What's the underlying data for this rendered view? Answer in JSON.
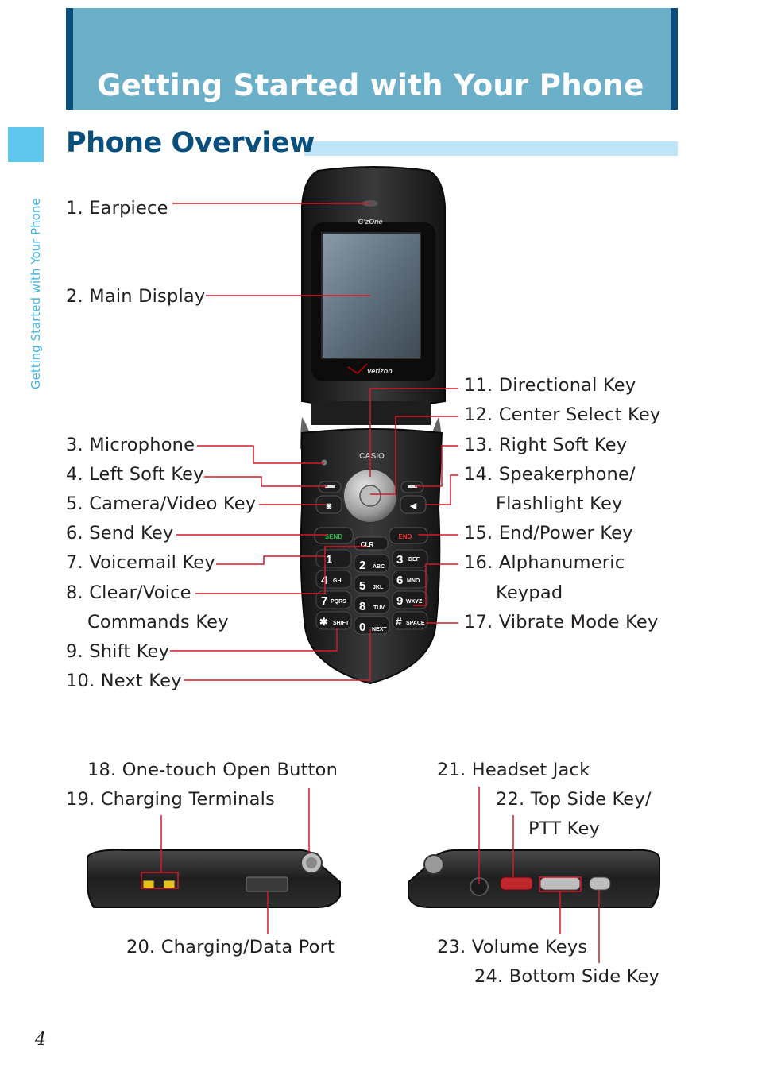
{
  "header": {
    "title": "Getting Started with Your Phone"
  },
  "side": {
    "label": "Getting Started with Your Phone"
  },
  "section": {
    "title": "Phone Overview"
  },
  "phone": {
    "brand_top": "G'zOne",
    "carrier": "verizon",
    "maker": "CASIO",
    "keys": {
      "send": "SEND",
      "end": "END",
      "clr": "CLR",
      "k1": "1",
      "k2": "2",
      "k2s": "ABC",
      "k3": "3",
      "k3s": "DEF",
      "k4": "4",
      "k4s": "GHI",
      "k5": "5",
      "k5s": "JKL",
      "k6": "6",
      "k6s": "MNO",
      "k7": "7",
      "k7s": "PQRS",
      "k8": "8",
      "k8s": "TUV",
      "k9": "9",
      "k9s": "WXYZ",
      "kstar": "✱",
      "kstars": "SHIFT",
      "k0": "0",
      "k0s": "NEXT",
      "khash": "#",
      "khashs": "SPACE"
    }
  },
  "labels": {
    "l1": "1. Earpiece",
    "l2": "2. Main Display",
    "l3": "3. Microphone",
    "l4": "4. Left Soft Key",
    "l5": "5. Camera/Video Key",
    "l6": "6. Send Key",
    "l7": "7. Voicemail Key",
    "l8a": "8. Clear/Voice",
    "l8b": "Commands Key",
    "l9": "9. Shift Key",
    "l10": "10. Next Key",
    "l11": "11.  Directional Key",
    "l12": "12.  Center Select Key",
    "l13": "13.  Right Soft Key",
    "l14a": "14.  Speakerphone/",
    "l14b": "Flashlight Key",
    "l15": "15.  End/Power Key",
    "l16a": "16.  Alphanumeric",
    "l16b": "Keypad",
    "l17": "17.  Vibrate Mode Key",
    "l18": "18. One-touch Open Button",
    "l19": "19. Charging Terminals",
    "l20": "20. Charging/Data Port",
    "l21": "21. Headset Jack",
    "l22a": "22. Top Side Key/",
    "l22b": "PTT Key",
    "l23": "23. Volume Keys",
    "l24": "24. Bottom Side Key"
  },
  "page": {
    "number": "4"
  },
  "colors": {
    "header_band": "#6cafc9",
    "header_edge": "#0a4f7c",
    "section_bar": "#bfe6f8",
    "side_tab": "#5fc6ee",
    "callout_line": "#d7182a"
  }
}
